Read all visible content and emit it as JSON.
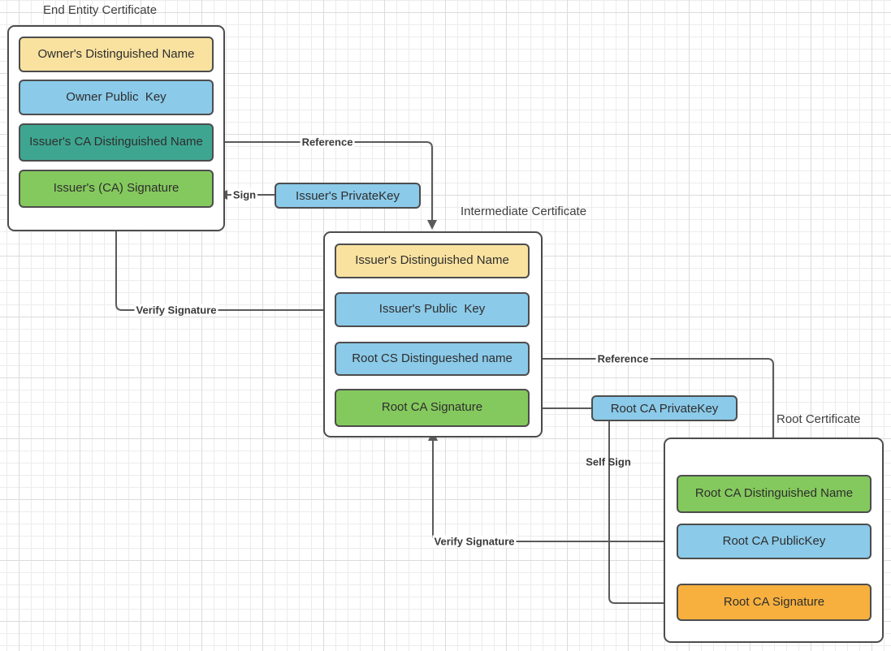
{
  "palette": {
    "yellow": "#F9E2A0",
    "blue": "#8BCAE9",
    "teal": "#3EA690",
    "green": "#84C95D",
    "orange": "#F7B03E",
    "stroke": "#4D4D4D",
    "line": "#5A5A5A"
  },
  "groups": [
    {
      "title": "End Entity Certificate",
      "fields": [
        {
          "label": "Owner's Distinguished Name",
          "fill": "yellow"
        },
        {
          "label": "Owner Public  Key",
          "fill": "blue"
        },
        {
          "label": "Issuer's CA Distinguished Name",
          "fill": "teal"
        },
        {
          "label": "Issuer's (CA) Signature",
          "fill": "green"
        }
      ]
    },
    {
      "title": "Intermediate Certificate",
      "fields": [
        {
          "label": "Issuer's Distinguished Name",
          "fill": "yellow"
        },
        {
          "label": "Issuer's Public  Key",
          "fill": "blue"
        },
        {
          "label": "Root CS Distingueshed name",
          "fill": "blue"
        },
        {
          "label": "Root CA Signature",
          "fill": "green"
        }
      ]
    },
    {
      "title": "Root Certificate",
      "fields": [
        {
          "label": "Root CA Distinguished Name",
          "fill": "green"
        },
        {
          "label": "Root CA PublicKey",
          "fill": "blue"
        },
        {
          "label": "Root CA Signature",
          "fill": "orange"
        }
      ]
    }
  ],
  "keys": [
    {
      "label": "Issuer's PrivateKey",
      "fill": "blue"
    },
    {
      "label": "Root CA PrivateKey",
      "fill": "blue"
    }
  ],
  "edge_labels": {
    "reference1": "Reference",
    "sign": "Sign",
    "verify1": "Verify Signature",
    "reference2": "Reference",
    "self_sign": "Self Sign",
    "verify2": "Verify Signature"
  }
}
